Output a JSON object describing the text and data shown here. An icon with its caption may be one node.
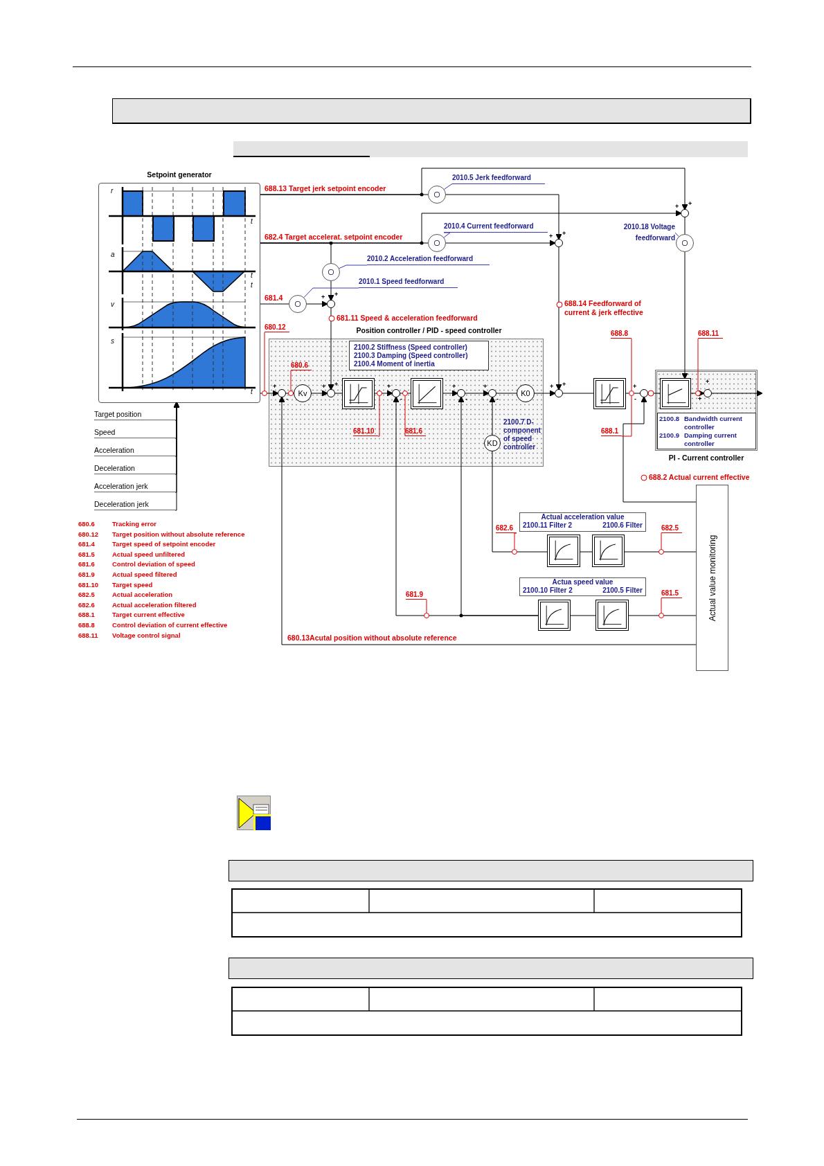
{
  "diagram": {
    "nodes": [
      {
        "text": [
          "Setpoint generator"
        ]
      },
      {
        "text": [
          "Position controller / PID - speed controller"
        ]
      },
      {
        "text": [
          "2100.2 Stiffness (Speed controller)",
          "2100.3 Damping (Speed controller)",
          "2100.4 Moment of inertia"
        ],
        "in": 1
      },
      {
        "text": [],
        "shape": "circle",
        "in": 1,
        "beside": [
          "+",
          "-"
        ]
      },
      {
        "text": [
          "Kv"
        ],
        "in": 1
      },
      {
        "text": [],
        "shape": "circle",
        "in": 1,
        "beside": [
          "+",
          "+"
        ]
      },
      {
        "text": [],
        "shape": "box",
        "in": 1
      },
      {
        "text": [],
        "shape": "circle",
        "in": 1,
        "beside": [
          "+",
          "-"
        ]
      },
      {
        "text": [],
        "shape": "box",
        "in": 1
      },
      {
        "text": [],
        "shape": "circle",
        "in": 1,
        "beside": [
          "+",
          "-"
        ]
      },
      {
        "text": [],
        "shape": "circle",
        "in": 1,
        "beside": [
          "+",
          "-"
        ]
      },
      {
        "text": [
          "K0"
        ],
        "in": 1
      },
      {
        "text": [
          "KD"
        ],
        "in": 1,
        "beside": [
          "2100.7 D-component of speed controller"
        ]
      },
      {
        "text": [],
        "shape": "circle",
        "beside": [
          "+",
          "+"
        ]
      },
      {
        "text": [],
        "shape": "box"
      },
      {
        "text": [],
        "shape": "circle",
        "beside": [
          "+",
          "-"
        ]
      },
      {
        "text": [
          "PI - Current controller"
        ]
      },
      {
        "text": [],
        "shape": "box",
        "in": 16
      },
      {
        "text": [
          "2100.8",
          "Bandwidth current controller",
          "2100.9",
          "Damping current controller"
        ],
        "in": 16
      },
      {
        "text": [],
        "shape": "circle",
        "in": 16,
        "beside": [
          "+",
          "+"
        ]
      },
      {
        "text": [],
        "shape": "circle",
        "beside": [
          "+",
          "+"
        ]
      },
      {
        "text": [],
        "shape": "circle"
      },
      {
        "text": [],
        "shape": "circle"
      },
      {
        "text": [],
        "shape": "circle"
      },
      {
        "text": [],
        "shape": "circle"
      },
      {
        "text": [],
        "shape": "circle",
        "beside": [
          "+",
          "+"
        ]
      },
      {
        "text": [],
        "shape": "circle",
        "beside": [
          "+",
          "+"
        ]
      },
      {
        "text": [],
        "shape": "circle"
      },
      {
        "text": [
          "Actual value monitoring"
        ],
        "beside": [
          "688.2 Actual current effective"
        ]
      },
      {
        "text": [
          "Actual acceleration value",
          "2100.11 Filter 2",
          "2100.6 Filter"
        ]
      },
      {
        "text": [],
        "shape": "box"
      },
      {
        "text": [],
        "shape": "box"
      },
      {
        "text": [
          "Actua speed value",
          "2100.10 Filter 2",
          "2100.5 Filter"
        ]
      },
      {
        "text": [],
        "shape": "box"
      },
      {
        "text": [],
        "shape": "box"
      },
      {
        "text": [
          "Target position"
        ]
      },
      {
        "text": [
          "Speed"
        ]
      },
      {
        "text": [
          "Acceleration"
        ]
      },
      {
        "text": [
          "Deceleration"
        ]
      },
      {
        "text": [
          "Acceleration jerk"
        ]
      },
      {
        "text": [
          "Deceleration jerk"
        ]
      },
      {
        "text": [
          "2010.5 Jerk feedforward"
        ]
      },
      {
        "text": [
          "2010.4 Current feedforward"
        ]
      },
      {
        "text": [
          "2010.2 Acceleration feedforward"
        ]
      },
      {
        "text": [
          "2010.1 Speed feedforward"
        ]
      },
      {
        "text": [
          "2010.18 Voltage feedforward"
        ]
      },
      {
        "text": [
          "680.12"
        ]
      },
      {
        "text": [
          "680.6"
        ],
        "in": 1
      },
      {
        "text": [
          "681.10"
        ],
        "in": 1
      },
      {
        "text": [
          "681.6"
        ],
        "in": 1
      },
      {
        "text": [
          "688.8"
        ]
      },
      {
        "text": [
          "688.1"
        ]
      },
      {
        "text": [
          "688.11"
        ]
      },
      {
        "text": [
          "682.6"
        ]
      },
      {
        "text": [
          "682.5"
        ]
      },
      {
        "text": [
          "681.9"
        ]
      },
      {
        "text": [
          "681.5"
        ]
      },
      {
        "text": [],
        "shape": "circle"
      },
      {
        "text": [],
        "shape": "circle",
        "in": 1
      },
      {
        "text": [],
        "shape": "circle",
        "in": 1
      },
      {
        "text": [],
        "shape": "circle",
        "in": 1
      },
      {
        "text": [],
        "shape": "circle"
      },
      {
        "text": [],
        "shape": "circle",
        "in": 16
      },
      {
        "text": [],
        "shape": "circle"
      },
      {
        "text": [],
        "shape": "circle"
      },
      {
        "text": [],
        "shape": "circle"
      },
      {
        "text": [],
        "shape": "circle"
      },
      {
        "text": [],
        "shape": "bar"
      },
      {
        "text": [],
        "shape": "bar"
      },
      {
        "text": [],
        "shape": "bar"
      },
      {
        "text": [],
        "shape": "bar"
      }
    ],
    "edges": [
      {
        "from": 0,
        "to": 3,
        "arrow": "to"
      },
      {
        "from": 3,
        "to": 4,
        "arrow": "none"
      },
      {
        "from": 4,
        "to": 5,
        "arrow": "to"
      },
      {
        "from": 5,
        "to": 6,
        "arrow": "none"
      },
      {
        "from": 6,
        "to": 7,
        "arrow": "to"
      },
      {
        "from": 7,
        "to": 8,
        "arrow": "none"
      },
      {
        "from": 8,
        "to": 9,
        "arrow": "to"
      },
      {
        "from": 9,
        "to": 10,
        "arrow": "to"
      },
      {
        "from": 10,
        "to": 11,
        "arrow": "none"
      },
      {
        "from": 11,
        "to": 13,
        "arrow": "to"
      },
      {
        "from": 13,
        "to": 14,
        "arrow": "none"
      },
      {
        "from": 14,
        "to": 15,
        "arrow": "none"
      },
      {
        "from": 15,
        "to": 17,
        "arrow": "none"
      },
      {
        "from": 17,
        "to": 19,
        "arrow": "to"
      },
      {
        "from": 19,
        "to": null,
        "arrow": "to"
      },
      {
        "from": 0,
        "to": 23,
        "arrow": "none",
        "label": "688.13 Target jerk setpoint encoder"
      },
      {
        "from": 0,
        "to": 24,
        "arrow": "none",
        "label": "682.4 Target accelerat. setpoint encoder"
      },
      {
        "from": 0,
        "to": 21,
        "arrow": "none"
      },
      {
        "from": 0,
        "to": 22,
        "arrow": "none",
        "label": "681.4"
      },
      {
        "from": 22,
        "to": 20,
        "arrow": "to"
      },
      {
        "from": 21,
        "to": 20,
        "arrow": "to"
      },
      {
        "from": 20,
        "to": 5,
        "arrow": "to"
      },
      {
        "from": 23,
        "to": 25,
        "arrow": "to"
      },
      {
        "from": 24,
        "to": 25,
        "arrow": "to"
      },
      {
        "from": 0,
        "to": 26,
        "arrow": "to"
      },
      {
        "from": 0,
        "to": 26,
        "arrow": "to"
      },
      {
        "from": 26,
        "to": 27,
        "arrow": "none"
      },
      {
        "from": 27,
        "to": 17,
        "arrow": "to"
      },
      {
        "from": 25,
        "to": 13,
        "arrow": "to"
      },
      {
        "from": 28,
        "to": 3,
        "arrow": "to",
        "label": "680.13Acutal position without absolute reference"
      },
      {
        "from": 28,
        "to": 34,
        "arrow": "none"
      },
      {
        "from": 34,
        "to": 33,
        "arrow": "none"
      },
      {
        "from": 33,
        "to": 7,
        "arrow": "to"
      },
      {
        "from": 33,
        "to": 9,
        "arrow": "to"
      },
      {
        "from": 28,
        "to": 31,
        "arrow": "none"
      },
      {
        "from": 31,
        "to": 30,
        "arrow": "none"
      },
      {
        "from": 30,
        "to": 12,
        "arrow": "none"
      },
      {
        "from": 12,
        "to": 10,
        "arrow": "to"
      },
      {
        "from": 28,
        "to": 15,
        "arrow": "to"
      },
      {
        "from": 35,
        "to": 0,
        "arrow": "to"
      },
      {
        "from": 36,
        "to": 0,
        "arrow": "to"
      },
      {
        "from": 37,
        "to": 0,
        "arrow": "to"
      },
      {
        "from": 38,
        "to": 0,
        "arrow": "to"
      },
      {
        "from": 39,
        "to": 0,
        "arrow": "to"
      },
      {
        "from": 40,
        "to": 0,
        "arrow": "to"
      },
      {
        "from": 41,
        "to": 23,
        "arrow": "none",
        "color": "#3a3ab0"
      },
      {
        "from": 42,
        "to": 24,
        "arrow": "none",
        "color": "#3a3ab0"
      },
      {
        "from": 43,
        "to": 21,
        "arrow": "none",
        "color": "#3a3ab0"
      },
      {
        "from": 44,
        "to": 22,
        "arrow": "none",
        "color": "#3a3ab0"
      },
      {
        "from": 45,
        "to": 27,
        "arrow": "none",
        "color": "#3a3ab0"
      },
      {
        "from": 46,
        "to": 57,
        "arrow": "none",
        "color": "#e00000"
      },
      {
        "from": 47,
        "to": 58,
        "arrow": "none",
        "color": "#e00000"
      },
      {
        "from": 48,
        "to": 59,
        "arrow": "none",
        "color": "#e00000"
      },
      {
        "from": 49,
        "to": 60,
        "arrow": "none",
        "color": "#e00000"
      },
      {
        "from": 50,
        "to": 61,
        "arrow": "none",
        "color": "#e00000"
      },
      {
        "from": 51,
        "to": 61,
        "arrow": "none",
        "color": "#e00000"
      },
      {
        "from": 52,
        "to": 62,
        "arrow": "none",
        "color": "#e00000"
      },
      {
        "from": 53,
        "to": 63,
        "arrow": "none",
        "color": "#e00000"
      },
      {
        "from": 54,
        "to": 64,
        "arrow": "none",
        "color": "#e00000"
      },
      {
        "from": 55,
        "to": 65,
        "arrow": "none",
        "color": "#e00000"
      },
      {
        "from": 56,
        "to": 66,
        "arrow": "none",
        "color": "#e00000"
      }
    ],
    "labels": [
      "r",
      "t",
      "a",
      "t",
      "t",
      "v",
      "s",
      "t",
      "681.11 Speed & acceleration feedforward",
      "688.14 Feedforward of current & jerk effective",
      "680.6",
      "Tracking error",
      "680.12",
      "Target position without absolute reference",
      "681.4",
      "Target speed of setpoint encoder",
      "681.5",
      "Actual speed unfiltered",
      "681.6",
      "Control deviation of speed",
      "681.9",
      "Actual speed filtered",
      "681.10",
      "Target speed",
      "682.5",
      "Actual acceleration",
      "682.6",
      "Actual acceleration filtered",
      "688.1",
      "Target current effective",
      "688.8",
      "Control deviation of current effective",
      "688.11",
      "Voltage control signal"
    ]
  }
}
